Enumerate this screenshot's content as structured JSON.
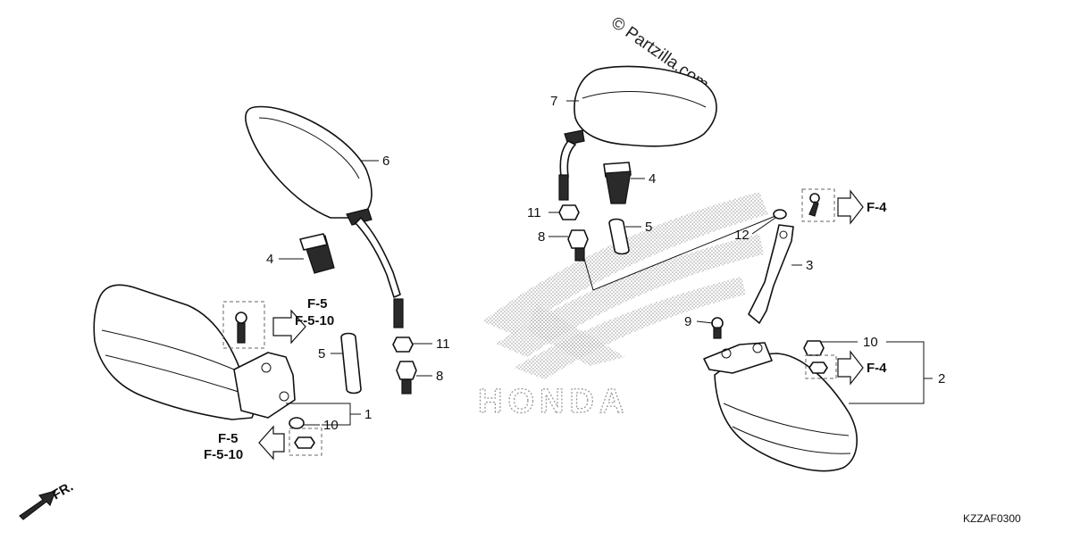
{
  "watermark": "© Partzilla.com",
  "diagram_code": "KZZAF0300",
  "direction_label": "FR.",
  "brand_logo_text": "HONDA",
  "part_numbers": {
    "p1": "1",
    "p2": "2",
    "p3": "3",
    "p4_left": "4",
    "p4_right": "4",
    "p5_left": "5",
    "p5_right": "5",
    "p6": "6",
    "p7": "7",
    "p8_left": "8",
    "p8_right": "8",
    "p9": "9",
    "p10_left": "10",
    "p10_right": "10",
    "p11_left": "11",
    "p11_right": "11",
    "p12": "12"
  },
  "references": {
    "left_upper_a": "F-5",
    "left_upper_b": "F-5-10",
    "left_lower_a": "F-5",
    "left_lower_b": "F-5-10",
    "right_upper": "F-4",
    "right_lower": "F-4"
  }
}
